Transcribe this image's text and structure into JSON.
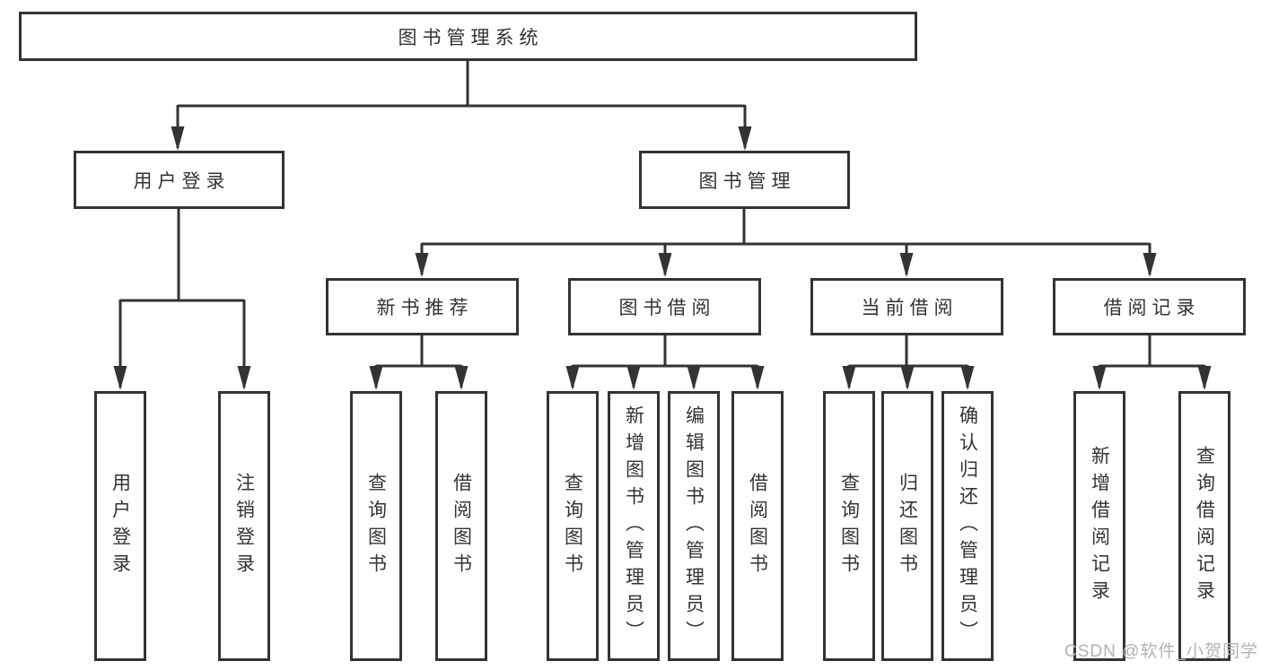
{
  "tree": {
    "root": {
      "label": "图书管理系统"
    },
    "children": [
      {
        "label": "用户登录",
        "leaves": [
          "用户登录",
          "注销登录"
        ]
      },
      {
        "label": "图书管理",
        "children": [
          {
            "label": "新书推荐",
            "leaves": [
              "查询图书",
              "借阅图书"
            ]
          },
          {
            "label": "图书借阅",
            "leaves": [
              "查询图书",
              "新增图书（管理员）",
              "编辑图书（管理员）",
              "借阅图书"
            ]
          },
          {
            "label": "当前借阅",
            "leaves": [
              "查询图书",
              "归还图书",
              "确认归还（管理员）"
            ]
          },
          {
            "label": "借阅记录",
            "leaves": [
              "新增借阅记录",
              "查询借阅记录"
            ]
          }
        ]
      }
    ]
  },
  "watermark": "CSDN @软件_小贺同学",
  "colors": {
    "line": "#333333",
    "box_border": "#333333",
    "text": "#333333",
    "background": "#ffffff",
    "watermark": "#b2b2b2"
  }
}
